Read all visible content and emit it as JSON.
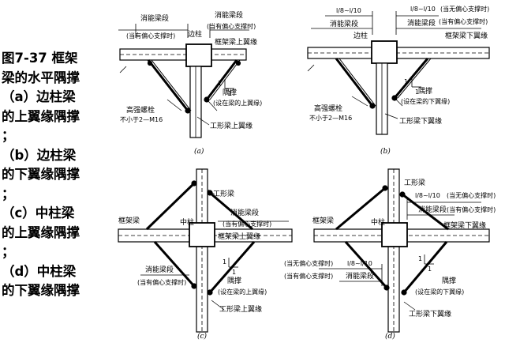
{
  "caption": [
    "图7-37 框架",
    "梁的水平隅撑",
    "（a）边柱梁",
    "的上翼缘隅撑",
    "；",
    "（b）边柱梁",
    "的下翼缘隅撑",
    "；",
    "（c）中柱梁",
    "的上翼缘隅撑",
    "；",
    "（d）中柱梁",
    "的下翼缘隅撑"
  ],
  "panels": {
    "a": {
      "letter": "(a)",
      "link_left": "消能梁段",
      "link_left_note": "(当有偏心支撑时)",
      "link_right": "消能梁段",
      "link_right_note": "(当有偏心支撑时)",
      "edge_column": "边柱",
      "frame_beam_flange": "框架梁上翼缘",
      "brace": "隅撑",
      "brace_note": "(设在梁的上翼缘)",
      "bolt": "高强螺栓",
      "bolt_spec": "不小于2—M16",
      "ibeam_flange": "工形梁上翼缘",
      "slope": "1",
      "slope_run": "1"
    },
    "b": {
      "letter": "(b)",
      "span_left": "l/8~l/10",
      "span_right": "l/8~l/10",
      "no_ecc": "(当无偏心支撑时)",
      "link_left": "消能梁段",
      "link_right": "消能梁段",
      "link_right_note": "(当有偏心支撑时)",
      "edge_column": "边柱",
      "frame_beam_flange": "框架梁下翼缘",
      "brace": "隅撑",
      "brace_note": "(设在梁的下翼缘)",
      "bolt": "高强螺栓",
      "bolt_spec": "不小于2—M16",
      "ibeam_flange": "工形梁下翼缘",
      "slope": "1",
      "slope_run": "1"
    },
    "c": {
      "letter": "(c)",
      "ibeam": "工形梁",
      "link_top": "消能梁段",
      "link_top_note": "(当有偏心支撑时)",
      "frame_beam": "框架梁",
      "mid_column": "中柱",
      "frame_beam_flange": "框架梁上翼缘",
      "link_bottom": "消能梁段",
      "link_bottom_note": "(当有偏心支撑时)",
      "brace": "隅撑",
      "brace_note": "(设在梁的上翼缘)",
      "ibeam_flange": "工形梁上翼缘",
      "slope": "1",
      "slope_run": "1"
    },
    "d": {
      "letter": "(d)",
      "ibeam": "工形梁",
      "span_top": "l/8~l/10",
      "no_ecc_top": "(当无偏心支撑时)",
      "link_top": "消能梁段",
      "link_top_note": "(当有偏心支撑时)",
      "frame_beam": "框架梁",
      "mid_column": "中柱",
      "frame_beam_flange": "框架梁下翼缘",
      "no_ecc_bottom": "(当无偏心支撑时)",
      "span_bottom": "l/8~l/10",
      "ecc_bottom": "(当有偏心支撑时)",
      "link_bottom": "消能梁段",
      "brace": "隅撑",
      "brace_note": "(设在梁的下翼缘)",
      "ibeam_flange": "工形梁下翼缘",
      "slope": "1",
      "slope_run": "1"
    }
  }
}
